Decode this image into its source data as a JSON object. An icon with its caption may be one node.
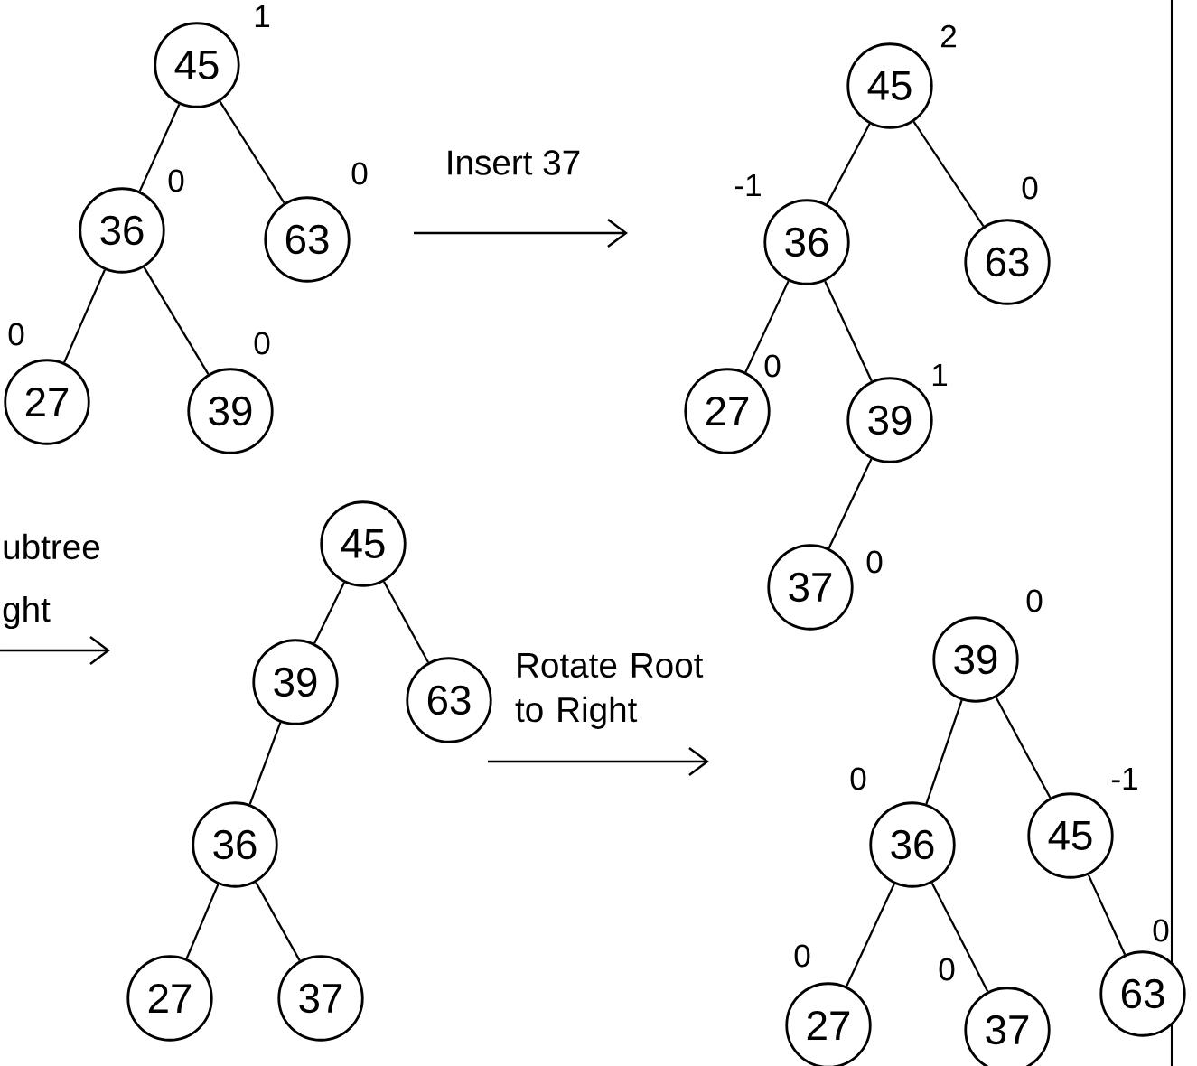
{
  "diagram": {
    "nodes": [
      {
        "text": [
          "45"
        ],
        "beside": [
          "1"
        ]
      },
      {
        "text": [
          "36"
        ],
        "beside": [
          "0"
        ]
      },
      {
        "text": [
          "63"
        ],
        "beside": [
          "0"
        ]
      },
      {
        "text": [
          "27"
        ],
        "beside": [
          "0"
        ]
      },
      {
        "text": [
          "39"
        ],
        "beside": [
          "0"
        ]
      },
      {
        "text": [
          "45"
        ],
        "beside": [
          "2"
        ]
      },
      {
        "text": [
          "36"
        ],
        "beside": [
          "-1"
        ]
      },
      {
        "text": [
          "63"
        ],
        "beside": [
          "0"
        ]
      },
      {
        "text": [
          "27"
        ],
        "beside": [
          "0"
        ]
      },
      {
        "text": [
          "39"
        ],
        "beside": [
          "1"
        ]
      },
      {
        "text": [
          "37"
        ],
        "beside": [
          "0"
        ]
      },
      {
        "text": [
          "45"
        ]
      },
      {
        "text": [
          "39"
        ]
      },
      {
        "text": [
          "63"
        ]
      },
      {
        "text": [
          "36"
        ]
      },
      {
        "text": [
          "27"
        ]
      },
      {
        "text": [
          "37"
        ]
      },
      {
        "text": [
          "39"
        ],
        "beside": [
          "0"
        ]
      },
      {
        "text": [
          "36"
        ],
        "beside": [
          "0"
        ]
      },
      {
        "text": [
          "45"
        ],
        "beside": [
          "-1"
        ]
      },
      {
        "text": [
          "27"
        ],
        "beside": [
          "0"
        ]
      },
      {
        "text": [
          "37"
        ],
        "beside": [
          "0"
        ]
      },
      {
        "text": [
          "63"
        ],
        "beside": [
          "0"
        ]
      }
    ],
    "edges": [
      {
        "from": 0,
        "to": 1,
        "arrow": "none"
      },
      {
        "from": 0,
        "to": 2,
        "arrow": "none"
      },
      {
        "from": 1,
        "to": 3,
        "arrow": "none"
      },
      {
        "from": 1,
        "to": 4,
        "arrow": "none"
      },
      {
        "from": 5,
        "to": 6,
        "arrow": "none"
      },
      {
        "from": 5,
        "to": 7,
        "arrow": "none"
      },
      {
        "from": 6,
        "to": 8,
        "arrow": "none"
      },
      {
        "from": 6,
        "to": 9,
        "arrow": "none"
      },
      {
        "from": 9,
        "to": 10,
        "arrow": "none"
      },
      {
        "from": 11,
        "to": 12,
        "arrow": "none"
      },
      {
        "from": 11,
        "to": 13,
        "arrow": "none"
      },
      {
        "from": 12,
        "to": 14,
        "arrow": "none"
      },
      {
        "from": 14,
        "to": 15,
        "arrow": "none"
      },
      {
        "from": 14,
        "to": 16,
        "arrow": "none"
      },
      {
        "from": 17,
        "to": 18,
        "arrow": "none"
      },
      {
        "from": 17,
        "to": 19,
        "arrow": "none"
      },
      {
        "from": 18,
        "to": 20,
        "arrow": "none"
      },
      {
        "from": 18,
        "to": 21,
        "arrow": "none"
      },
      {
        "from": 19,
        "to": 22,
        "arrow": "none"
      }
    ],
    "labels": [
      "Insert 37",
      "ubtree",
      "ght",
      "Rotate Root to Right"
    ]
  }
}
